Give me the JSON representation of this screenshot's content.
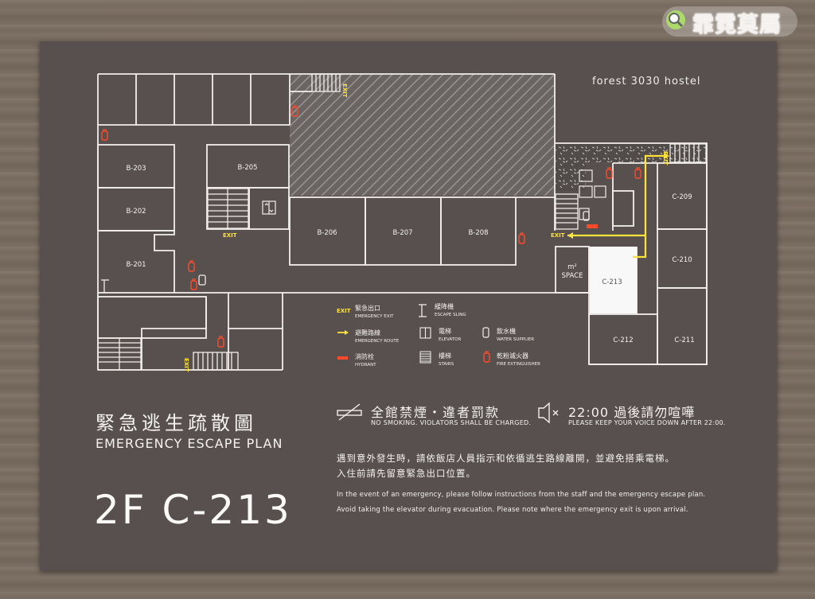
{
  "watermark": {
    "text": "霏霓莫屬"
  },
  "sign": {
    "brand": "forest 3030 hostel",
    "title_zh": "緊急逃生疏散圖",
    "title_en": "EMERGENCY ESCAPE PLAN",
    "room": "2F C-213",
    "no_smoking_zh": "全館禁煙・違者罰款",
    "no_smoking_en": "NO SMOKING. VIOLATORS SHALL BE CHARGED.",
    "quiet_zh": "22:00 過後請勿喧嘩",
    "quiet_en": "PLEASE KEEP YOUR VOICE DOWN AFTER 22:00.",
    "notice_zh_1": "遇到意外發生時，請依飯店人員指示和依循逃生路線離開，並避免搭乘電梯。",
    "notice_zh_2": "入住前請先留意緊急出口位置。",
    "notice_en": "In the event of an emergency, please follow instructions from the staff and the emergency escape plan. Avoid taking the elevator during evacuation. Please note where the emergency exit is upon arrival."
  },
  "map": {
    "rooms": {
      "b203": "B-203",
      "b205": "B-205",
      "b202": "B-202",
      "b201": "B-201",
      "b206": "B-206",
      "b207": "B-207",
      "b208": "B-208",
      "c209": "C-209",
      "c210": "C-210",
      "c211": "C-211",
      "c212": "C-212",
      "c213": "C-213"
    },
    "space_area": "m²",
    "space_label": "SPACE",
    "exit": "EXIT"
  },
  "legend": {
    "exit": {
      "zh": "緊急出口",
      "en": "EMERGENCY EXIT",
      "mark": "EXIT"
    },
    "route": {
      "zh": "避難路線",
      "en": "EMERGENCY ROUTE"
    },
    "hydrant": {
      "zh": "消防栓",
      "en": "HYDRANT"
    },
    "sling": {
      "zh": "緩降機",
      "en": "ESCAPE SLING"
    },
    "elevator": {
      "zh": "電梯",
      "en": "ELEVATOR"
    },
    "stairs": {
      "zh": "樓梯",
      "en": "STAIRS"
    },
    "water": {
      "zh": "飲水機",
      "en": "WATER SUPPLIER"
    },
    "extinguisher": {
      "zh": "乾粉滅火器",
      "en": "FIRE EXTINGUISHER"
    }
  },
  "colors": {
    "sign_background": "#57504f",
    "line": "#f1eeeb",
    "route": "#ffe23a",
    "hydrant": "#ff4b2b",
    "current_room": "#f8f8f8",
    "watermark": "#e7458a"
  }
}
